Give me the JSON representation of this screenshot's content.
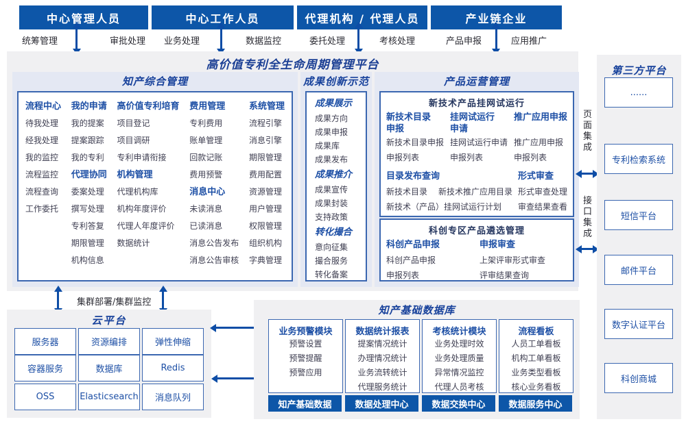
{
  "colors": {
    "bar_blue": "#0d56a8",
    "arrow_blue": "#0d4da6",
    "title_blue": "#17419b",
    "header_blue": "#1d4fa5",
    "item_text": "#3f3f52",
    "caption_navy": "#24355e",
    "box_border": "#3a66b0",
    "section_bg": "#e4e8f3",
    "panel_bg": "#f0f0f2"
  },
  "top_groups": [
    {
      "title": "中心管理人员",
      "left": "统筹管理",
      "right": "审批处理"
    },
    {
      "title": "中心工作人员",
      "left": "业务处理",
      "right": "数据监控"
    },
    {
      "title": "代理机构 / 代理人员",
      "left": "委托处理",
      "right": "考核处理"
    },
    {
      "title": "产业链企业",
      "left": "产品申报",
      "right": "应用推广"
    }
  ],
  "platform_title": "高价值专利全生命周期管理平台",
  "ip_management": {
    "title": "知产综合管理",
    "columns": [
      [
        {
          "t": "h",
          "x": "流程中心"
        },
        {
          "t": "i",
          "x": "待我处理"
        },
        {
          "t": "i",
          "x": "经我处理"
        },
        {
          "t": "i",
          "x": "我的监控"
        },
        {
          "t": "i",
          "x": "流程监控"
        },
        {
          "t": "i",
          "x": "流程查询"
        },
        {
          "t": "i",
          "x": "工作委托"
        }
      ],
      [
        {
          "t": "h",
          "x": "我的申请"
        },
        {
          "t": "i",
          "x": "我的提案"
        },
        {
          "t": "i",
          "x": "提案跟踪"
        },
        {
          "t": "i",
          "x": "我的专利"
        },
        {
          "t": "h",
          "x": "代理协同"
        },
        {
          "t": "i",
          "x": "委案处理"
        },
        {
          "t": "i",
          "x": "撰写处理"
        },
        {
          "t": "i",
          "x": "专利答复"
        },
        {
          "t": "i",
          "x": "期限管理"
        },
        {
          "t": "i",
          "x": "机构信息"
        }
      ],
      [
        {
          "t": "h",
          "x": "高价值专利培育"
        },
        {
          "t": "i",
          "x": "项目登记"
        },
        {
          "t": "i",
          "x": "项目调研"
        },
        {
          "t": "i",
          "x": "专利申请衔接"
        },
        {
          "t": "h",
          "x": "机构管理"
        },
        {
          "t": "i",
          "x": "代理机构库"
        },
        {
          "t": "i",
          "x": "机构年度评价"
        },
        {
          "t": "i",
          "x": "代理人年度评价"
        },
        {
          "t": "i",
          "x": "数据统计"
        }
      ],
      [
        {
          "t": "h",
          "x": "费用管理"
        },
        {
          "t": "i",
          "x": "专利费用"
        },
        {
          "t": "i",
          "x": "账单管理"
        },
        {
          "t": "i",
          "x": "回款记账"
        },
        {
          "t": "i",
          "x": "费用预警"
        },
        {
          "t": "h",
          "x": "消息中心"
        },
        {
          "t": "i",
          "x": "未读消息"
        },
        {
          "t": "i",
          "x": "已读消息"
        },
        {
          "t": "i",
          "x": "消息公告发布"
        },
        {
          "t": "i",
          "x": "消息公告审核"
        }
      ],
      [
        {
          "t": "h",
          "x": "系统管理"
        },
        {
          "t": "i",
          "x": "流程引擎"
        },
        {
          "t": "i",
          "x": "消息引擎"
        },
        {
          "t": "i",
          "x": "期限管理"
        },
        {
          "t": "i",
          "x": "费用配置"
        },
        {
          "t": "i",
          "x": "资源管理"
        },
        {
          "t": "i",
          "x": "用户管理"
        },
        {
          "t": "i",
          "x": "权限管理"
        },
        {
          "t": "i",
          "x": "组织机构"
        },
        {
          "t": "i",
          "x": "字典管理"
        }
      ]
    ]
  },
  "achievement": {
    "title": "成果创新示范",
    "groups": [
      {
        "header": "成果展示",
        "items": [
          "成果方向",
          "成果申报",
          "成果库",
          "成果发布"
        ]
      },
      {
        "header": "成果推介",
        "items": [
          "成果宣传",
          "成果封装",
          "支持政策"
        ]
      },
      {
        "header": "转化撮合",
        "items": [
          "意向征集",
          "撮合服务",
          "转化备案"
        ]
      }
    ]
  },
  "product_ops": {
    "title": "产品运营管理",
    "box1": {
      "caption": "新技术产品挂网试运行",
      "groups": [
        {
          "header": "新技术目录申报",
          "items": [
            "新技术目录申报",
            "申报列表"
          ]
        },
        {
          "header": "挂网试运行申请",
          "items": [
            "挂网试运行申请",
            "申报列表"
          ]
        },
        {
          "header": "推广应用申报",
          "items": [
            "推广应用申报",
            "申报列表"
          ]
        }
      ],
      "catalog": {
        "header": "目录发布查询",
        "row1": [
          "新技术目录",
          "新技术推广应用目录"
        ],
        "row2": "新技术（产品）挂网试运行计划"
      },
      "review": {
        "header": "形式审查",
        "items": [
          "形式审查处理",
          "审查结果查看"
        ]
      }
    },
    "box2": {
      "caption": "科创专区产品遴选管理",
      "groups": [
        {
          "header": "科创产品申报",
          "items": [
            "科创产品申报",
            "申报列表"
          ]
        },
        {
          "header": "申报审查",
          "items": [
            "上架评审形式审查",
            "评审结果查询"
          ]
        }
      ]
    }
  },
  "integration": {
    "page": "页面集成",
    "interface": "接口集成"
  },
  "third_party": {
    "title": "第三方平台",
    "boxes": [
      "专利检索系统",
      "短信平台",
      "邮件平台",
      "数字认证平台",
      "科创商城",
      "......"
    ]
  },
  "cluster_label": "集群部署/集群监控",
  "cloud": {
    "title": "云平台",
    "boxes": [
      "服务器",
      "资源编排",
      "弹性伸缩",
      "容器服务",
      "数据库",
      "Redis",
      "OSS",
      "Elasticsearch",
      "消息队列"
    ]
  },
  "ip_database": {
    "title": "知产基础数据库",
    "modules": [
      {
        "header": "业务预警模块",
        "items": [
          "预警设置",
          "预警提醒",
          "预警应用"
        ],
        "button": "知产基础数据"
      },
      {
        "header": "数据统计报表",
        "items": [
          "提案情况统计",
          "办理情况统计",
          "业务流转统计",
          "代理服务统计"
        ],
        "button": "数据处理中心"
      },
      {
        "header": "考核统计模块",
        "items": [
          "业务处理时效",
          "业务处理质量",
          "异常情况监控",
          "代理人员考核"
        ],
        "button": "数据交换中心"
      },
      {
        "header": "流程看板",
        "items": [
          "人员工单看板",
          "机构工单看板",
          "业务类型看板",
          "核心业务看板"
        ],
        "button": "数据服务中心"
      }
    ]
  }
}
